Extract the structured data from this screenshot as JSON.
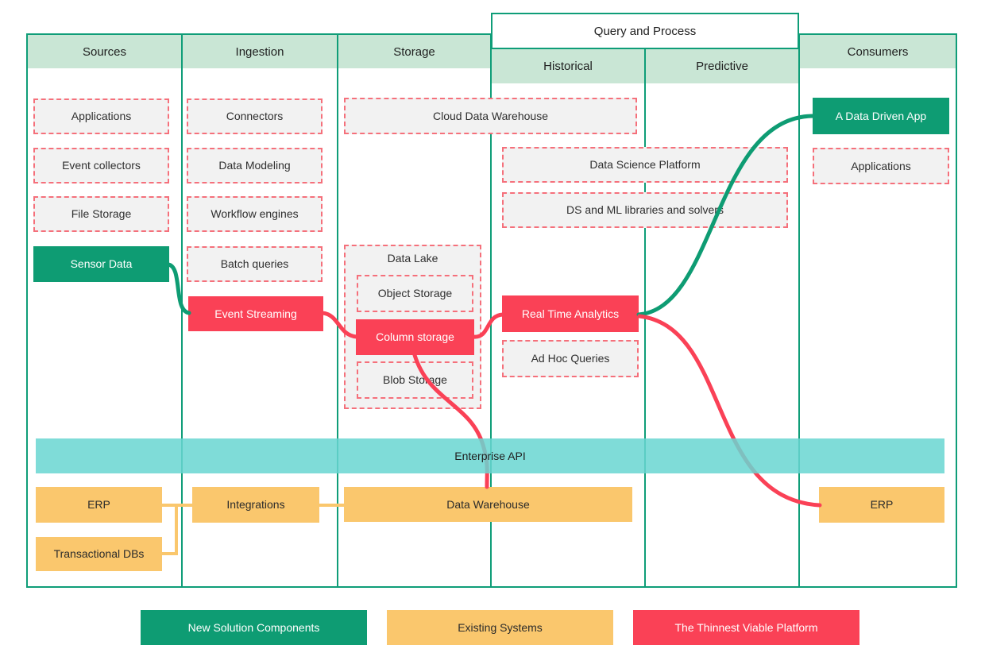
{
  "colors": {
    "solution_green": "#0e9c73",
    "existing_yellow": "#fac76d",
    "tvp_red": "#fa4156",
    "grid_green": "#0f9d78",
    "header_light_green": "#c9e6d5",
    "api_teal": "#7edcd8",
    "dashed_red_border": "#f5707b",
    "dashed_box_gray": "#f2f2f2"
  },
  "headers": {
    "sources": "Sources",
    "ingestion": "Ingestion",
    "storage": "Storage",
    "query_and_process": "Query and Process",
    "historical": "Historical",
    "predictive": "Predictive",
    "consumers": "Consumers"
  },
  "sources": {
    "applications": "Applications",
    "event_collectors": "Event collectors",
    "file_storage": "File Storage",
    "sensor_data": "Sensor Data"
  },
  "ingestion": {
    "connectors": "Connectors",
    "data_modeling": "Data Modeling",
    "workflow_engines": "Workflow engines",
    "batch_queries": "Batch queries",
    "event_streaming": "Event Streaming"
  },
  "storage": {
    "cloud_data_warehouse": "Cloud Data Warehouse",
    "data_lake": "Data Lake",
    "object_storage": "Object Storage",
    "column_storage": "Column storage",
    "blob_storage": "Blob Storage"
  },
  "query_process": {
    "data_science_platform": "Data Science Platform",
    "ds_ml_libraries": "DS and ML libraries and solvers",
    "real_time_analytics": "Real Time Analytics",
    "ad_hoc_queries": "Ad Hoc Queries"
  },
  "consumers": {
    "a_data_driven_app": "A Data Driven App",
    "applications": "Applications"
  },
  "platform_bar": {
    "enterprise_api": "Enterprise API"
  },
  "existing_systems": {
    "erp_left": "ERP",
    "transactional_dbs": "Transactional DBs",
    "integrations": "Integrations",
    "data_warehouse": "Data Warehouse",
    "erp_right": "ERP"
  },
  "legend": {
    "new_solution": "New Solution Components",
    "existing": "Existing Systems",
    "tvp": "The Thinnest Viable Platform"
  }
}
